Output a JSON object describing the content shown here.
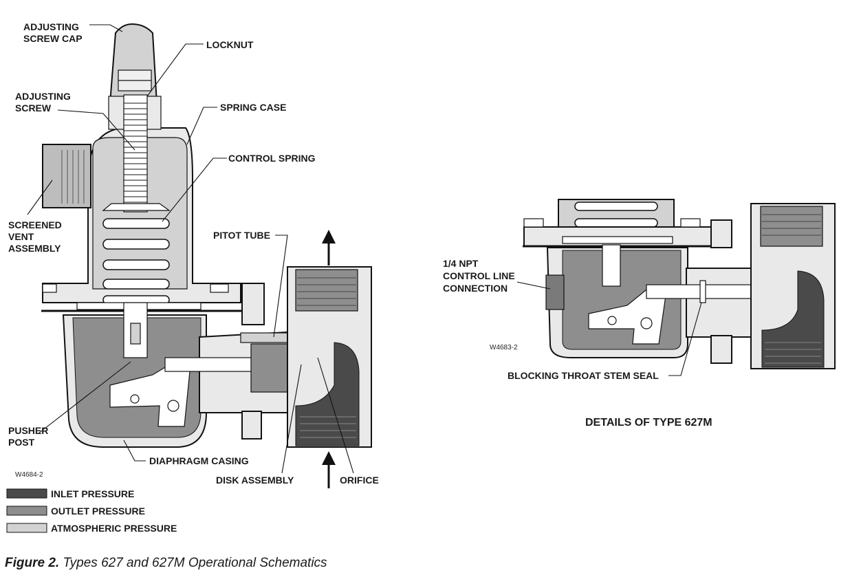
{
  "colors": {
    "inlet": "#4a4a4a",
    "outlet": "#8e8e8e",
    "atmospheric": "#d2d2d2",
    "body": "#e9e9e9",
    "line": "#111111"
  },
  "main_view": {
    "labels": {
      "adjusting_screw_cap_1": "ADJUSTING",
      "adjusting_screw_cap_2": "SCREW CAP",
      "locknut": "LOCKNUT",
      "adjusting_screw_1": "ADJUSTING",
      "adjusting_screw_2": "SCREW",
      "spring_case": "SPRING CASE",
      "control_spring": "CONTROL SPRING",
      "screened_vent_1": "SCREENED",
      "screened_vent_2": "VENT",
      "screened_vent_3": "ASSEMBLY",
      "pitot_tube": "PITOT TUBE",
      "pusher_post_1": "PUSHER",
      "pusher_post_2": "POST",
      "diaphragm_casing": "DIAPHRAGM CASING",
      "disk_assembly": "DISK ASSEMBLY",
      "orifice": "ORIFICE"
    },
    "drawing_code": "W4684-2"
  },
  "detail_view": {
    "labels": {
      "control_line_1": "1/4 NPT",
      "control_line_2": "CONTROL LINE",
      "control_line_3": "CONNECTION",
      "blocking_seal": "BLOCKING THROAT STEM SEAL"
    },
    "drawing_code": "W4683-2",
    "title": "DETAILS OF TYPE 627M"
  },
  "legend": [
    {
      "label": "INLET PRESSURE",
      "color_key": "inlet"
    },
    {
      "label": "OUTLET PRESSURE",
      "color_key": "outlet"
    },
    {
      "label": "ATMOSPHERIC PRESSURE",
      "color_key": "atmospheric"
    }
  ],
  "caption": {
    "figure": "Figure 2.",
    "text": "Types 627 and 627M Operational Schematics"
  }
}
